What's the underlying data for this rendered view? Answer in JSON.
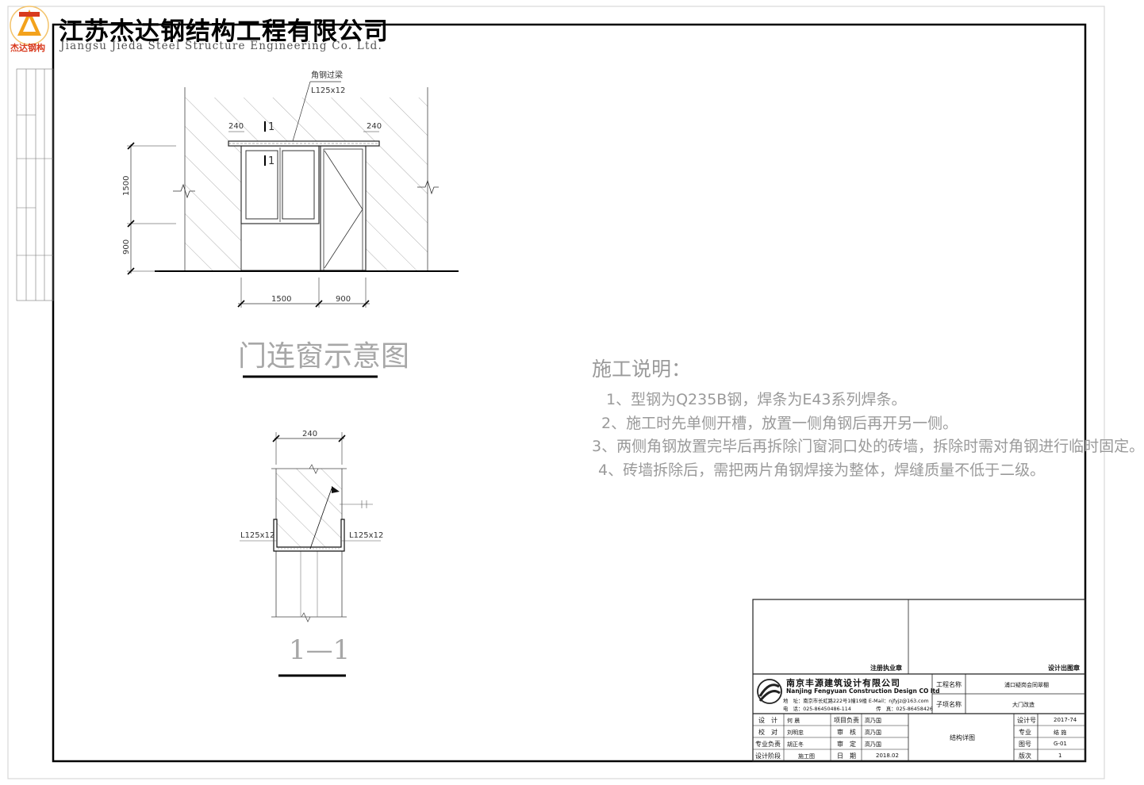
{
  "company": {
    "name_cn": "江苏杰达钢结构工程有限公司",
    "name_en": "Jiangsu Jieda Steel Structure Engineering Co. Ltd.",
    "logo_label": "杰达钢构",
    "colors": {
      "logo_red": "#d83a1e",
      "logo_orange": "#f3a21c"
    }
  },
  "drawing1": {
    "title": "门连窗示意图",
    "callout_title": "角钢过梁",
    "callout_section": "L125x12",
    "dim_left_240": "240",
    "dim_right_240": "240",
    "dim_vert_1500": "1500",
    "dim_vert_900": "900",
    "dim_h_1500": "1500",
    "dim_h_900": "900",
    "section_mark_top": "1",
    "section_mark_bottom": "1"
  },
  "drawing2": {
    "title": "1—1",
    "dim_top": "240",
    "label_left": "L125x12",
    "label_right": "L125x12"
  },
  "notes": {
    "heading": "施工说明：",
    "lines": [
      "1、型钢为Q235B钢，焊条为E43系列焊条。",
      "2、施工时先单侧开槽，放置一侧角钢后再开另一侧。",
      "3、两侧角钢放置完毕后再拆除门窗洞口处的砖墙，拆除时需对角钢进行临时固定。",
      "4、砖墙拆除后，需把两片角钢焊接为整体，焊缝质量不低于二级。"
    ]
  },
  "titleblock": {
    "stamp_reg": "注册执业章",
    "stamp_design": "设计出图章",
    "firm_cn": "南京丰源建筑设计有限公司",
    "firm_en": "Nanjing Fengyuan Construction Design CO ltd",
    "address": "地　址：南京市长虹路222号1幢19楼 E-Mail：njfyjz@163.com",
    "phone": "电　话：025-86450486-114　　　　　传　真：025-86458426",
    "project_label": "工程名称",
    "project_value": "浦口疑岗会同翠棚",
    "sub_label": "子项名称",
    "sub_value": "大门改造",
    "rows": [
      {
        "k1": "设　计",
        "v1": "何 晨",
        "k2": "项目负责",
        "v2": "高乃国"
      },
      {
        "k1": "校　对",
        "v1": "刘明忠",
        "k2": "审　核",
        "v2": "高乃国"
      },
      {
        "k1": "专业负责",
        "v1": "胡正冬",
        "k2": "审　定",
        "v2": "高乃国"
      },
      {
        "k1": "设计阶段",
        "v1": "施工图",
        "k2": "日　期",
        "v2": "2018.02"
      }
    ],
    "drawing_name": "结构详图",
    "right_rows": [
      {
        "k": "设计号",
        "v": "2017-74"
      },
      {
        "k": "专业",
        "v": "结 施"
      },
      {
        "k": "图号",
        "v": "G-01"
      },
      {
        "k": "版次",
        "v": "1"
      }
    ]
  }
}
